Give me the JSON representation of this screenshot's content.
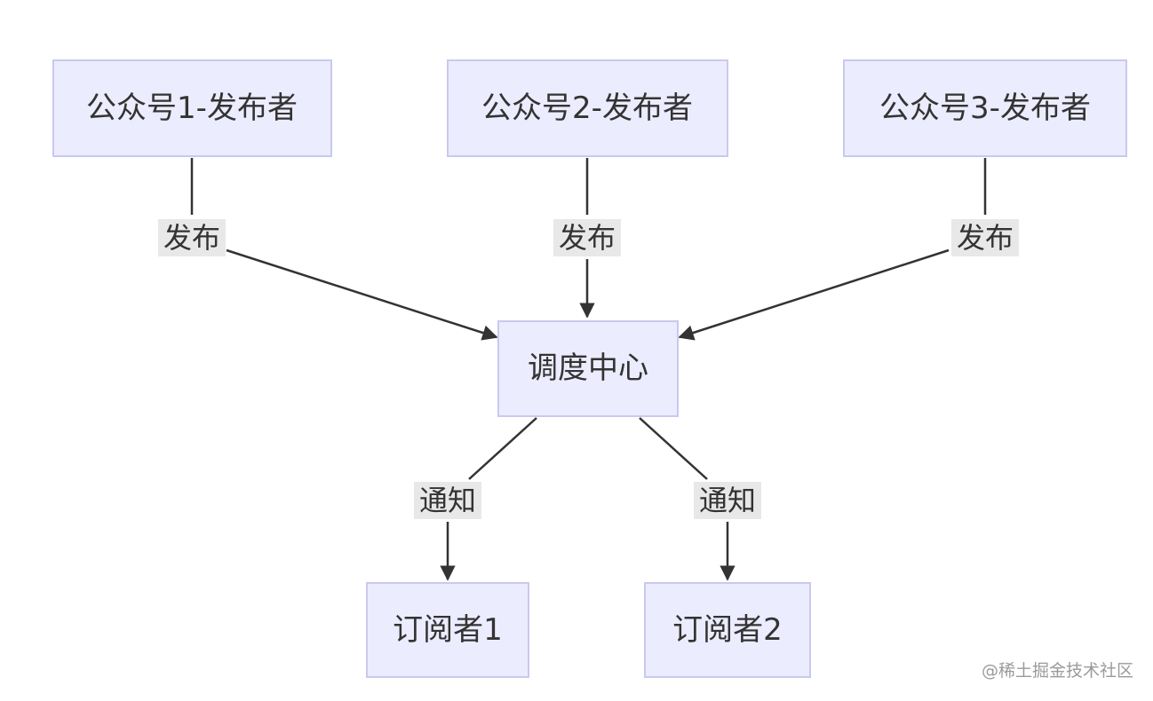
{
  "nodes": {
    "publisher1": "公众号1-发布者",
    "publisher2": "公众号2-发布者",
    "publisher3": "公众号3-发布者",
    "dispatch_center": "调度中心",
    "subscriber1": "订阅者1",
    "subscriber2": "订阅者2"
  },
  "edges": {
    "publish1": "发布",
    "publish2": "发布",
    "publish3": "发布",
    "notify1": "通知",
    "notify2": "通知"
  },
  "watermark": "@稀土掘金技术社区",
  "colors": {
    "node_fill": "#ECECFF",
    "node_border": "#C9C9EE",
    "edge": "#333333",
    "edge_label_bg": "#E8E8E8"
  }
}
